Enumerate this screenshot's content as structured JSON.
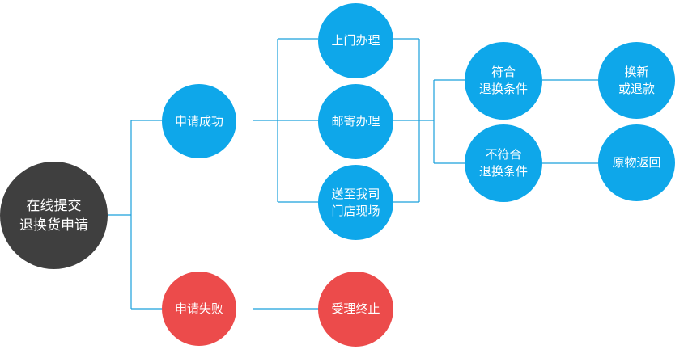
{
  "colors": {
    "line": "#1aa0dc",
    "blue": "#0ea7ea",
    "red": "#ec4b4b",
    "dark": "#3f3f3f"
  },
  "nodes": {
    "submit": {
      "line1": "在线提交",
      "line2": "退换货申请"
    },
    "success": {
      "label": "申请成功"
    },
    "failure": {
      "label": "申请失败"
    },
    "onsite": {
      "label": "上门办理"
    },
    "mail": {
      "label": "邮寄办理"
    },
    "store": {
      "line1": "送至我司",
      "line2": "门店现场"
    },
    "terminate": {
      "label": "受理终止"
    },
    "meets": {
      "line1": "符合",
      "line2": "退换条件"
    },
    "not_meets": {
      "line1": "不符合",
      "line2": "退换条件"
    },
    "exchange_refund": {
      "line1": "换新",
      "line2": "或退款"
    },
    "return_goods": {
      "label": "原物返回"
    }
  }
}
